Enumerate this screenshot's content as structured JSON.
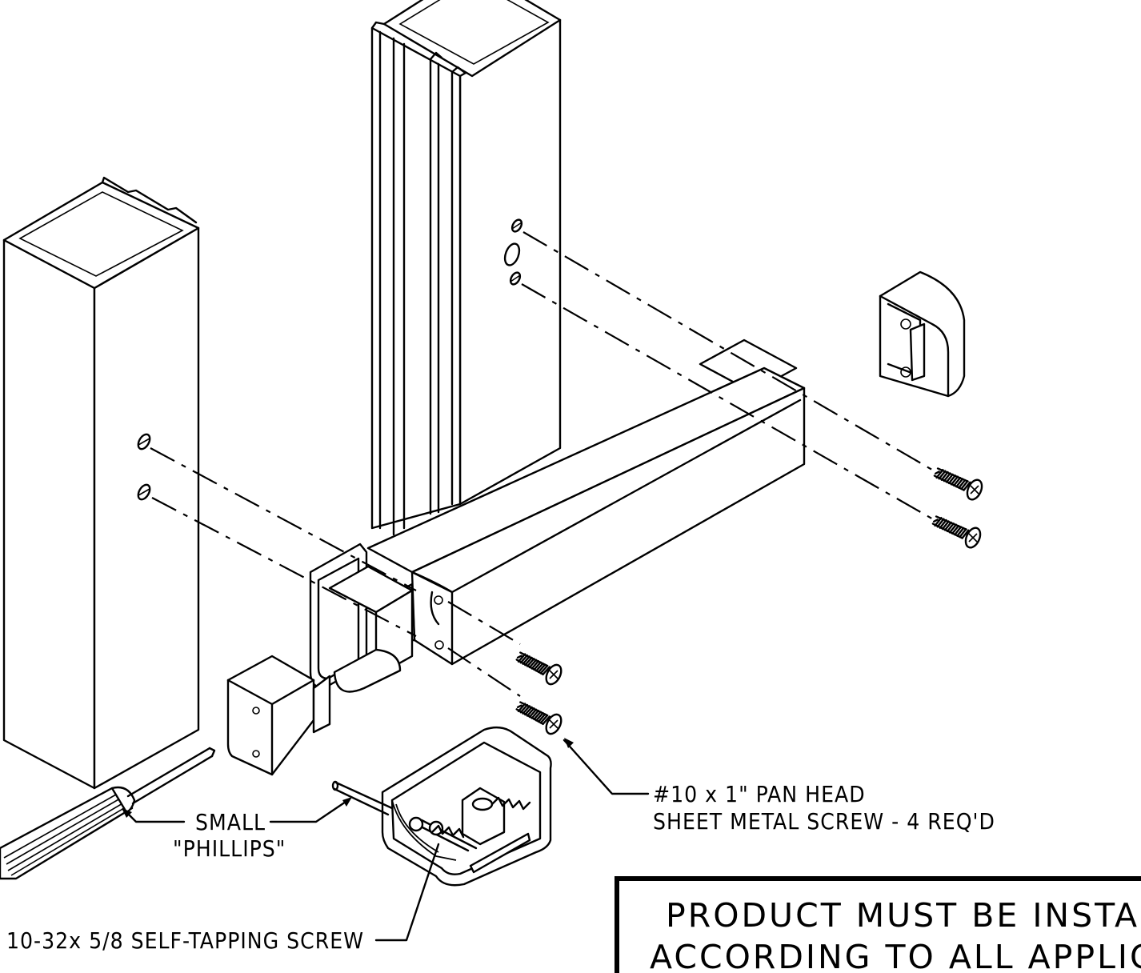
{
  "labels": {
    "screwdriver_line1": "SMALL",
    "screwdriver_line2": "\"PHILLIPS\"",
    "pan_head_line1": "#10 x 1\" PAN HEAD",
    "pan_head_line2": "SHEET METAL SCREW - 4 REQ'D",
    "self_tapping": "10-32x 5/8 SELF-TAPPING SCREW"
  },
  "notice": {
    "line1": "PRODUCT MUST BE INSTALLED",
    "line2": "ACCORDING TO ALL APPLICABLE"
  }
}
